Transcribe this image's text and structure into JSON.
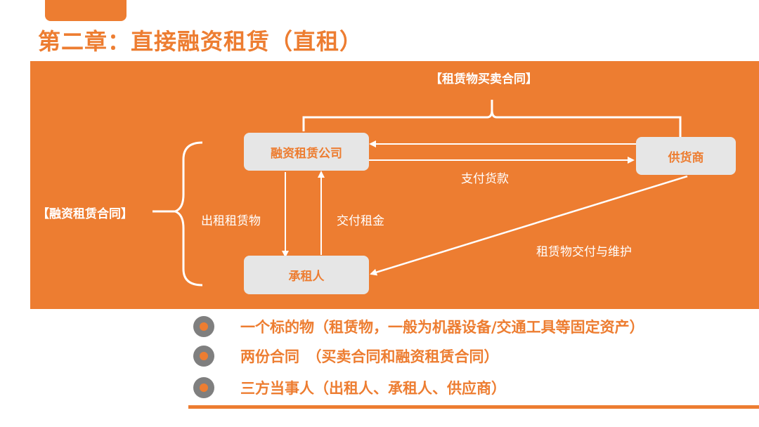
{
  "slide": {
    "title": "第二章：直接融资租赁（直租）"
  },
  "diagram": {
    "nodes": {
      "lessor": "融资租赁公司",
      "supplier": "供货商",
      "lessee": "承租人"
    },
    "labels": {
      "sale_contract": "【租赁物买卖合同】",
      "lease_contract": "【融资租赁合同】",
      "pay_goods": "支付货款",
      "lease_out": "出租租赁物",
      "pay_rent": "交付租金",
      "delivery_maintenance": "租赁物交付与维护"
    }
  },
  "bullets": [
    "一个标的物（租赁物，一般为机器设备/交通工具等固定资产）",
    "两份合同　（买卖合同和融资租赁合同）",
    "三方当事人（出租人、承租人、供应商）"
  ],
  "colors": {
    "accent": "#ED7D31",
    "node_fill": "#E6E6E6",
    "bullet_ring": "#7F7F7F",
    "line": "#ffffff"
  }
}
